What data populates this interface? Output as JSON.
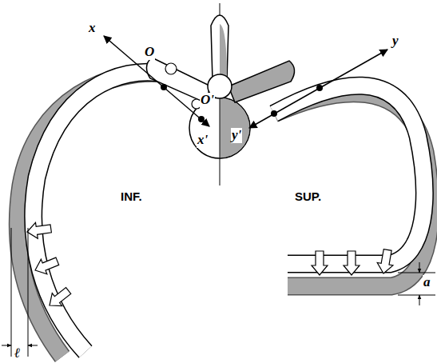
{
  "diagram": {
    "labels": [
      "x",
      "O",
      "O'",
      "x'",
      "y",
      "y'",
      "INF.",
      "SUP.",
      "ℓ",
      "a"
    ]
  }
}
